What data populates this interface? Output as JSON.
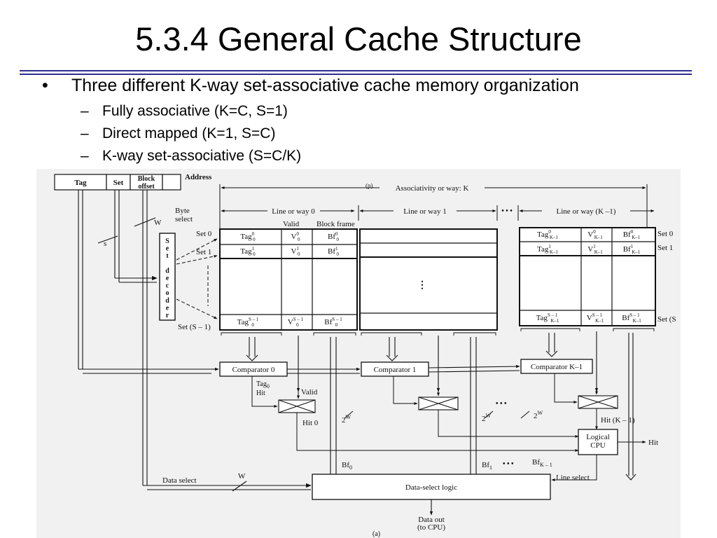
{
  "slide": {
    "title": "5.3.4 General Cache Structure",
    "bullet": "Three different K-way set-associative cache memory organization",
    "subbullets": [
      "Fully associative (K=C, S=1)",
      "Direct mapped (K=1, S=C)",
      "K-way set-associative (S=C/K)"
    ]
  },
  "colors": {
    "rule": "#2e2e8f",
    "figure_background": "#f1f1f1",
    "ink": "#111111"
  },
  "diagram": {
    "address": {
      "fields": [
        "Tag",
        "Set",
        "Block\noffset"
      ],
      "label": "Address",
      "part": "(p)"
    },
    "associativity_label": "Associativity or way: K",
    "ellipsis": "• • •",
    "byte_select": "Byte\nselect",
    "w_label": "W",
    "s_label": "s",
    "set_decoder_letters": [
      "S",
      "e",
      "t",
      "",
      "d",
      "e",
      "c",
      "o",
      "d",
      "e",
      "r"
    ],
    "left_set_labels": [
      "Set 0",
      "Set 1",
      "Set (S – 1)"
    ],
    "right_set_labels": [
      "Set 0",
      "Set 1",
      "Set (S"
    ],
    "valid_header": "Valid",
    "block_frame_header": "Block frame",
    "ways": [
      {
        "label": "Line or way 0",
        "tag": "Tag",
        "v": "V",
        "bf": "Bf",
        "sub": "0",
        "sups": [
          "0",
          "1",
          "S – 1"
        ],
        "comparator": "Comparator 0",
        "bf_out": "Bf",
        "bf_out_sub": "0"
      },
      {
        "label": "Line or way 1",
        "comparator": "Comparator 1",
        "bf_out": "Bf",
        "bf_out_sub": "1"
      },
      {
        "label": "Line or way (K –1)",
        "tag": "Tag",
        "v": "V",
        "bf": "Bf",
        "sub": "K–1",
        "sups": [
          "0",
          "1",
          "S – 1"
        ],
        "comparator": "Comparator K–1",
        "bf_out": "Bf",
        "bf_out_sub": "K – 1"
      }
    ],
    "tag0_hit": [
      "Tag",
      "0",
      "Hit"
    ],
    "valid_label": "Valid",
    "hit0": "Hit 0",
    "hitk": "Hit (K – 1)",
    "two_w": [
      "2",
      "W"
    ],
    "logical_cpu": [
      "Logical",
      "CPU"
    ],
    "hit_out": "Hit",
    "line_select": "Line select",
    "data_select": "Data select",
    "data_select_logic": "Data-select logic",
    "data_out": [
      "Data out",
      "(to CPU)"
    ],
    "figure_part": "(a)"
  }
}
